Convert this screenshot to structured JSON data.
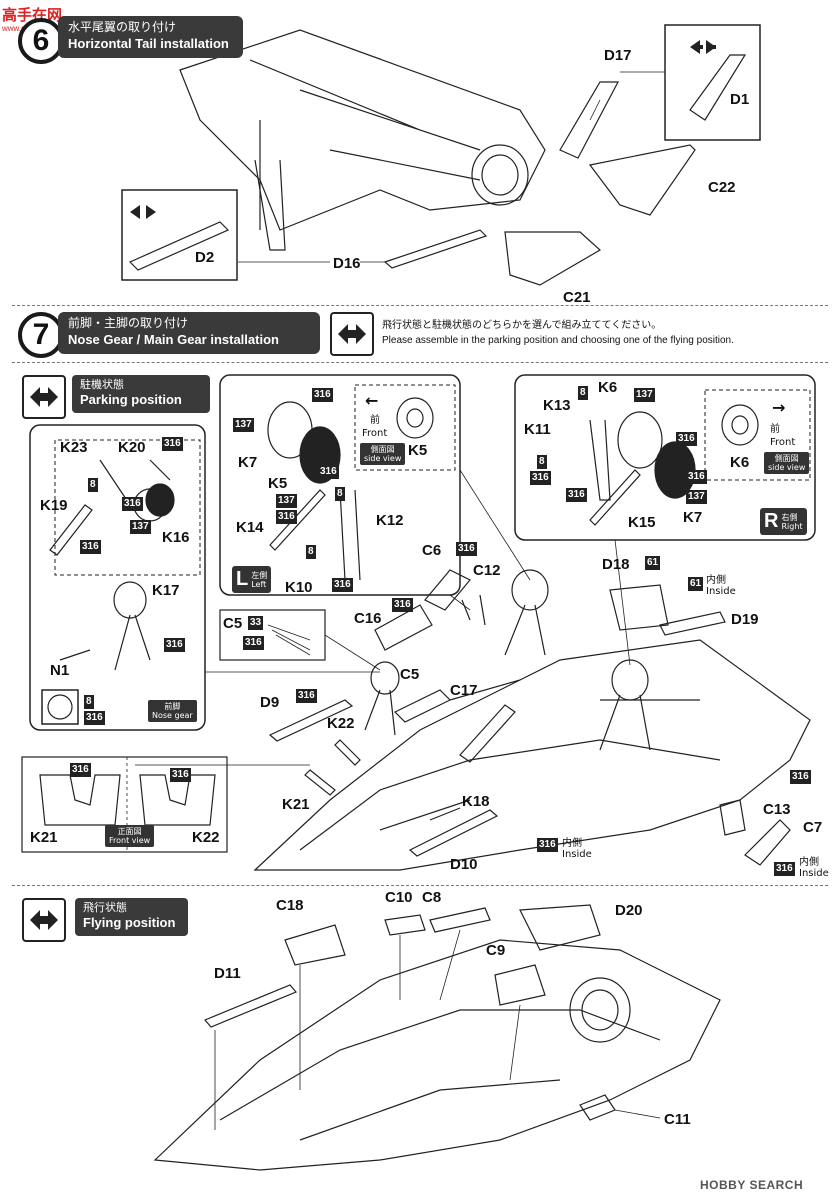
{
  "watermark_top": "高手在网",
  "watermark_sub": "www.gaoshou.com",
  "step6": {
    "number": "6",
    "title_jp": "水平尾翼の取り付け",
    "title_en": "Horizontal Tail installation",
    "parts": [
      "D17",
      "D1",
      "C22",
      "D2",
      "D16",
      "C21"
    ]
  },
  "step7": {
    "number": "7",
    "title_jp": "前脚・主脚の取り付け",
    "title_en": "Nose Gear / Main Gear installation",
    "instruction_jp": "飛行状態と駐機状態のどちらかを選んで組み立ててください。",
    "instruction_en": "Please assemble in the parking position and choosing one of the flying position."
  },
  "parking": {
    "title_jp": "駐機状態",
    "title_en": "Parking position",
    "nose_parts": [
      "K23",
      "K20",
      "K19",
      "K16",
      "K17",
      "N1"
    ],
    "nose_gear_jp": "前脚",
    "nose_gear_en": "Nose gear",
    "left_gear": {
      "parts": [
        "K7",
        "K5",
        "K14",
        "K12",
        "K10"
      ],
      "front_jp": "前",
      "front_en": "Front",
      "side_view_jp": "側面図",
      "side_view_en": "side view",
      "side_part": "K5",
      "side_letter": "L",
      "side_jp": "左側",
      "side_en": "Left"
    },
    "right_gear": {
      "parts": [
        "K13",
        "K6",
        "K11",
        "K15",
        "K7"
      ],
      "front_jp": "前",
      "front_en": "Front",
      "side_view_jp": "側面図",
      "side_view_en": "side view",
      "side_part": "K6",
      "side_letter": "R",
      "side_jp": "右側",
      "side_en": "Right"
    },
    "body_parts": [
      "C6",
      "C12",
      "C16",
      "C5",
      "C17",
      "D9",
      "K22",
      "K21",
      "K18",
      "D10",
      "D18",
      "D19",
      "C13",
      "C7"
    ],
    "front_view_jp": "正面図",
    "front_view_en": "Front view",
    "inside_jp": "内側",
    "inside_en": "Inside",
    "paint_codes": [
      "316",
      "137",
      "8",
      "33",
      "61"
    ]
  },
  "flying": {
    "title_jp": "飛行状態",
    "title_en": "Flying position",
    "parts": [
      "C18",
      "C10",
      "C8",
      "D20",
      "C9",
      "D11",
      "C11"
    ]
  },
  "footer_watermark": "HOBBY SEARCH"
}
